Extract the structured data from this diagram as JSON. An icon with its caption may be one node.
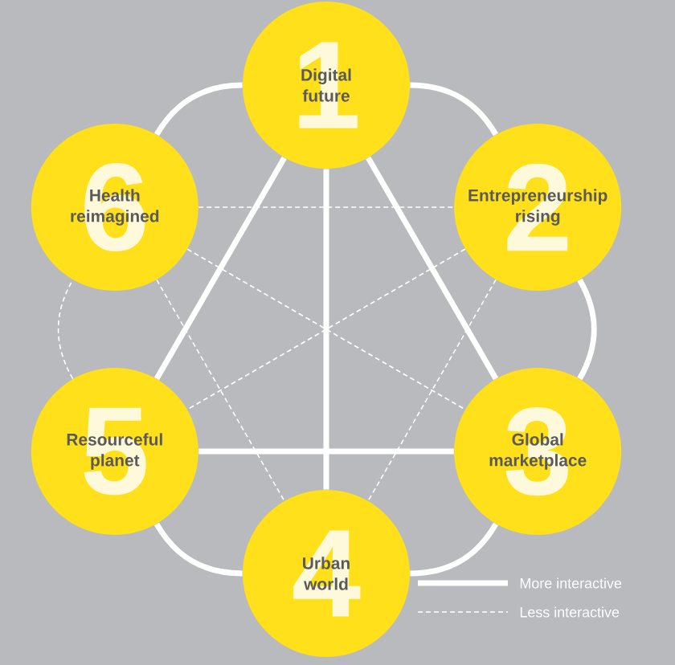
{
  "diagram": {
    "nodes": [
      {
        "text": [
          "1",
          "Digital future"
        ]
      },
      {
        "text": [
          "2",
          "Entrepreneurship rising"
        ]
      },
      {
        "text": [
          "3",
          "Global marketplace"
        ]
      },
      {
        "text": [
          "4",
          "Urban world"
        ]
      },
      {
        "text": [
          "5",
          "Resourceful planet"
        ]
      },
      {
        "text": [
          "6",
          "Health reimagined"
        ]
      }
    ],
    "edges": [
      {
        "from": 0,
        "to": 1,
        "arrow": "none"
      },
      {
        "from": 1,
        "to": 2,
        "arrow": "none"
      },
      {
        "from": 2,
        "to": 3,
        "arrow": "none"
      },
      {
        "from": 3,
        "to": 4,
        "arrow": "none"
      },
      {
        "from": 4,
        "to": 5,
        "arrow": "none",
        "style": "dashed"
      },
      {
        "from": 5,
        "to": 0,
        "arrow": "none"
      },
      {
        "from": 0,
        "to": 3,
        "arrow": "none"
      },
      {
        "from": 0,
        "to": 4,
        "arrow": "none"
      },
      {
        "from": 0,
        "to": 2,
        "arrow": "none"
      },
      {
        "from": 4,
        "to": 2,
        "arrow": "none"
      },
      {
        "from": 5,
        "to": 1,
        "arrow": "none",
        "style": "dashed"
      },
      {
        "from": 5,
        "to": 2,
        "arrow": "none",
        "style": "dashed"
      },
      {
        "from": 5,
        "to": 3,
        "arrow": "none",
        "style": "dashed"
      },
      {
        "from": 1,
        "to": 4,
        "arrow": "none",
        "style": "dashed"
      },
      {
        "from": 1,
        "to": 3,
        "arrow": "none",
        "style": "dashed"
      }
    ],
    "legend": [
      {
        "text": "More interactive"
      },
      {
        "text": "Less interactive"
      }
    ]
  }
}
